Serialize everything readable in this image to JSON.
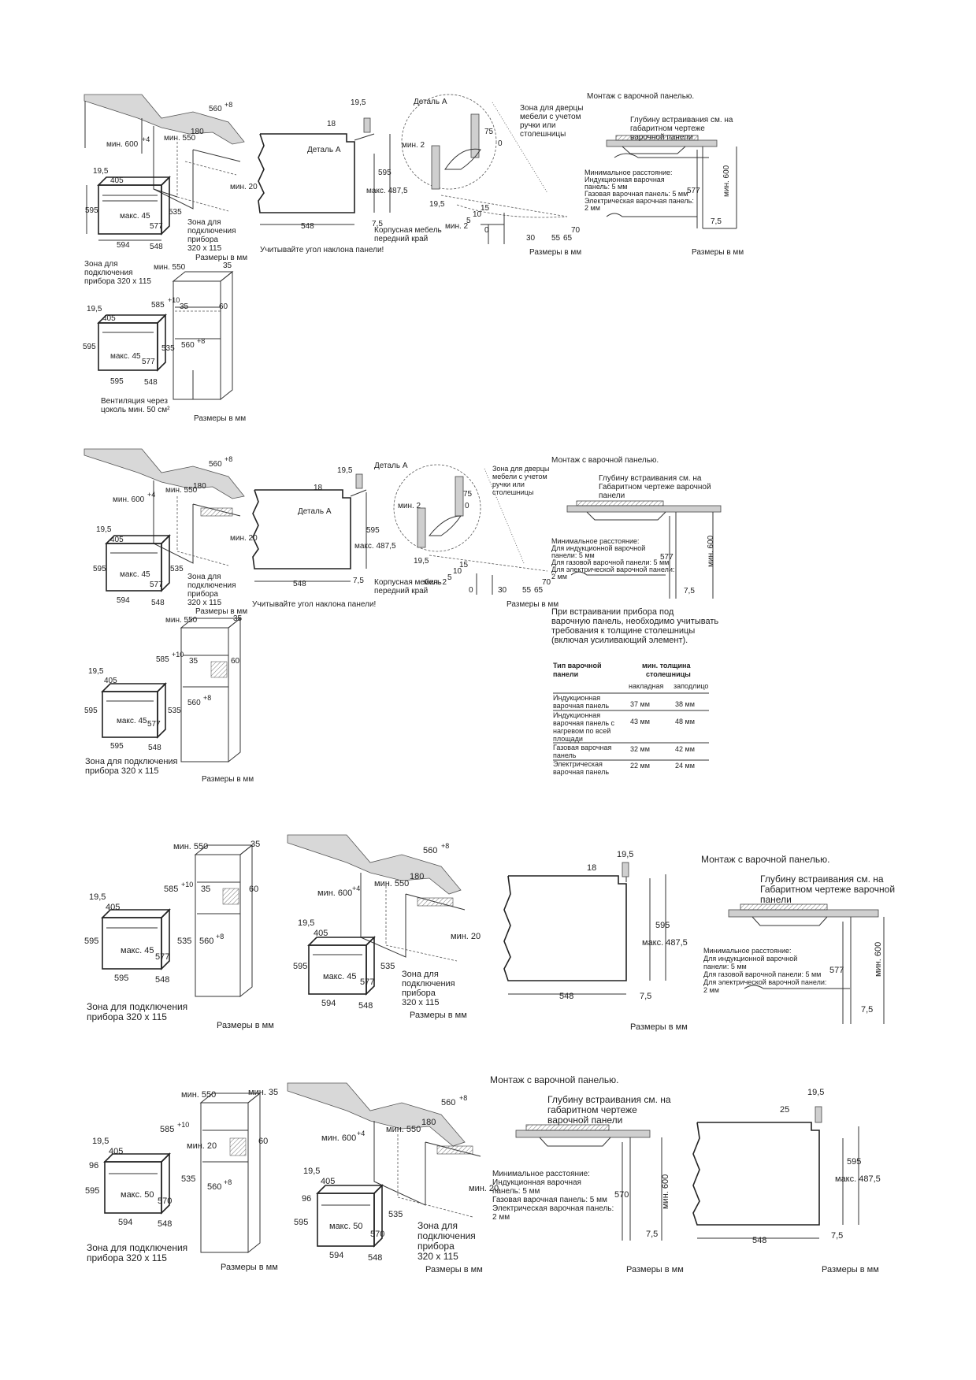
{
  "common": {
    "units_caption": "Размеры в мм",
    "hob_mount_title": "Монтаж с варочной панелью.",
    "angle_note": "Учитывайте угол наклона панели!",
    "detail_label": "Деталь A",
    "door_zone": "Зона для дверцы мебели с учетом ручки или столешницы",
    "carcass_note": "Корпусная мебель передний край",
    "connection_zone": "Зона для подключения прибора 320 x 115",
    "vent_note": "Вентиляция через цоколь мин. 50 см²",
    "depth_note_a": "Глубину встраивания см. на габаритном чертеже варочной панели",
    "depth_note_b": "Глубину встраивания см. на Габаритном чертеже варочной панели",
    "min_distance": "Минимальное расстояние:",
    "min_induction": "Индукционная варочная панель: 5 мм",
    "min_induction_b": "Для индукционной варочной панели: 5 мм",
    "min_gas": "Газовая варочная панель: 5 мм",
    "min_gas_b": "Для газовой варочной панели: 5 мм",
    "min_electric": "Электрическая варочная панель: 2 мм",
    "min_electric_b": "Для электрической варочной панели: 2 мм"
  },
  "dims": {
    "d560": "560",
    "sup8": "+8",
    "d600": "мин. 600",
    "sup4": "+4",
    "min550": "мин. 550",
    "d180": "180",
    "min20": "мин. 20",
    "d19_5": "19,5",
    "d405": "405",
    "d595": "595",
    "d535": "535",
    "d577": "577",
    "max45": "макс. 45",
    "d594": "594",
    "d548": "548",
    "d18": "18",
    "d487": "макс. 487,5",
    "d7_5": "7,5",
    "d75": "75",
    "d0": "0",
    "min2": "мин. 2",
    "d15": "15",
    "d10": "10",
    "d5": "5",
    "d30": "30",
    "d55": "55",
    "d65": "65",
    "d70": "70",
    "min600v": "мин. 600",
    "d35": "35",
    "d585": "585",
    "sup10": "+10",
    "d60": "60",
    "d96": "96",
    "d570": "570",
    "max50": "макс. 50",
    "min35": "мин. 35",
    "d25": "25"
  },
  "section2": {
    "worktop_note": "При встраивании прибора под варочную панель, необходимо учитывать требования к толщине столешницы (включая усиливающий элемент).",
    "table": {
      "headers": [
        "Тип варочной панели",
        "мин. толщина столешницы"
      ],
      "subheaders": [
        "накладная",
        "заподлицо"
      ],
      "rows": [
        {
          "type": "Индукционная варочная панель",
          "overlay": "37 мм",
          "flush": "38 мм"
        },
        {
          "type": "Индукционная варочная панель с нагревом по всей площади",
          "overlay": "43 мм",
          "flush": "48 мм"
        },
        {
          "type": "Газовая варочная панель",
          "overlay": "32 мм",
          "flush": "42 мм"
        },
        {
          "type": "Электрическая варочная панель",
          "overlay": "22 мм",
          "flush": "24 мм"
        }
      ]
    }
  }
}
